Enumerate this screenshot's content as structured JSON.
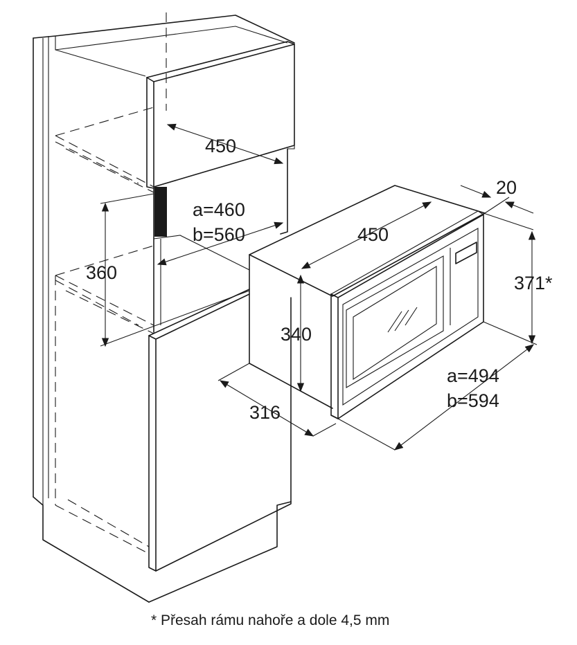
{
  "dimensions": {
    "cabinet_width": "450",
    "cabinet_depth": "a=460",
    "cabinet_depth_alt": "b=560",
    "niche_height": "360",
    "oven_width": "450",
    "frame_offset": "20",
    "frame_height": "371*",
    "oven_height": "340",
    "oven_depth": "316",
    "overall_depth": "a=494",
    "overall_depth_alt": "b=594"
  },
  "footnote": "* Přesah rámu nahoře a dole 4,5 mm"
}
